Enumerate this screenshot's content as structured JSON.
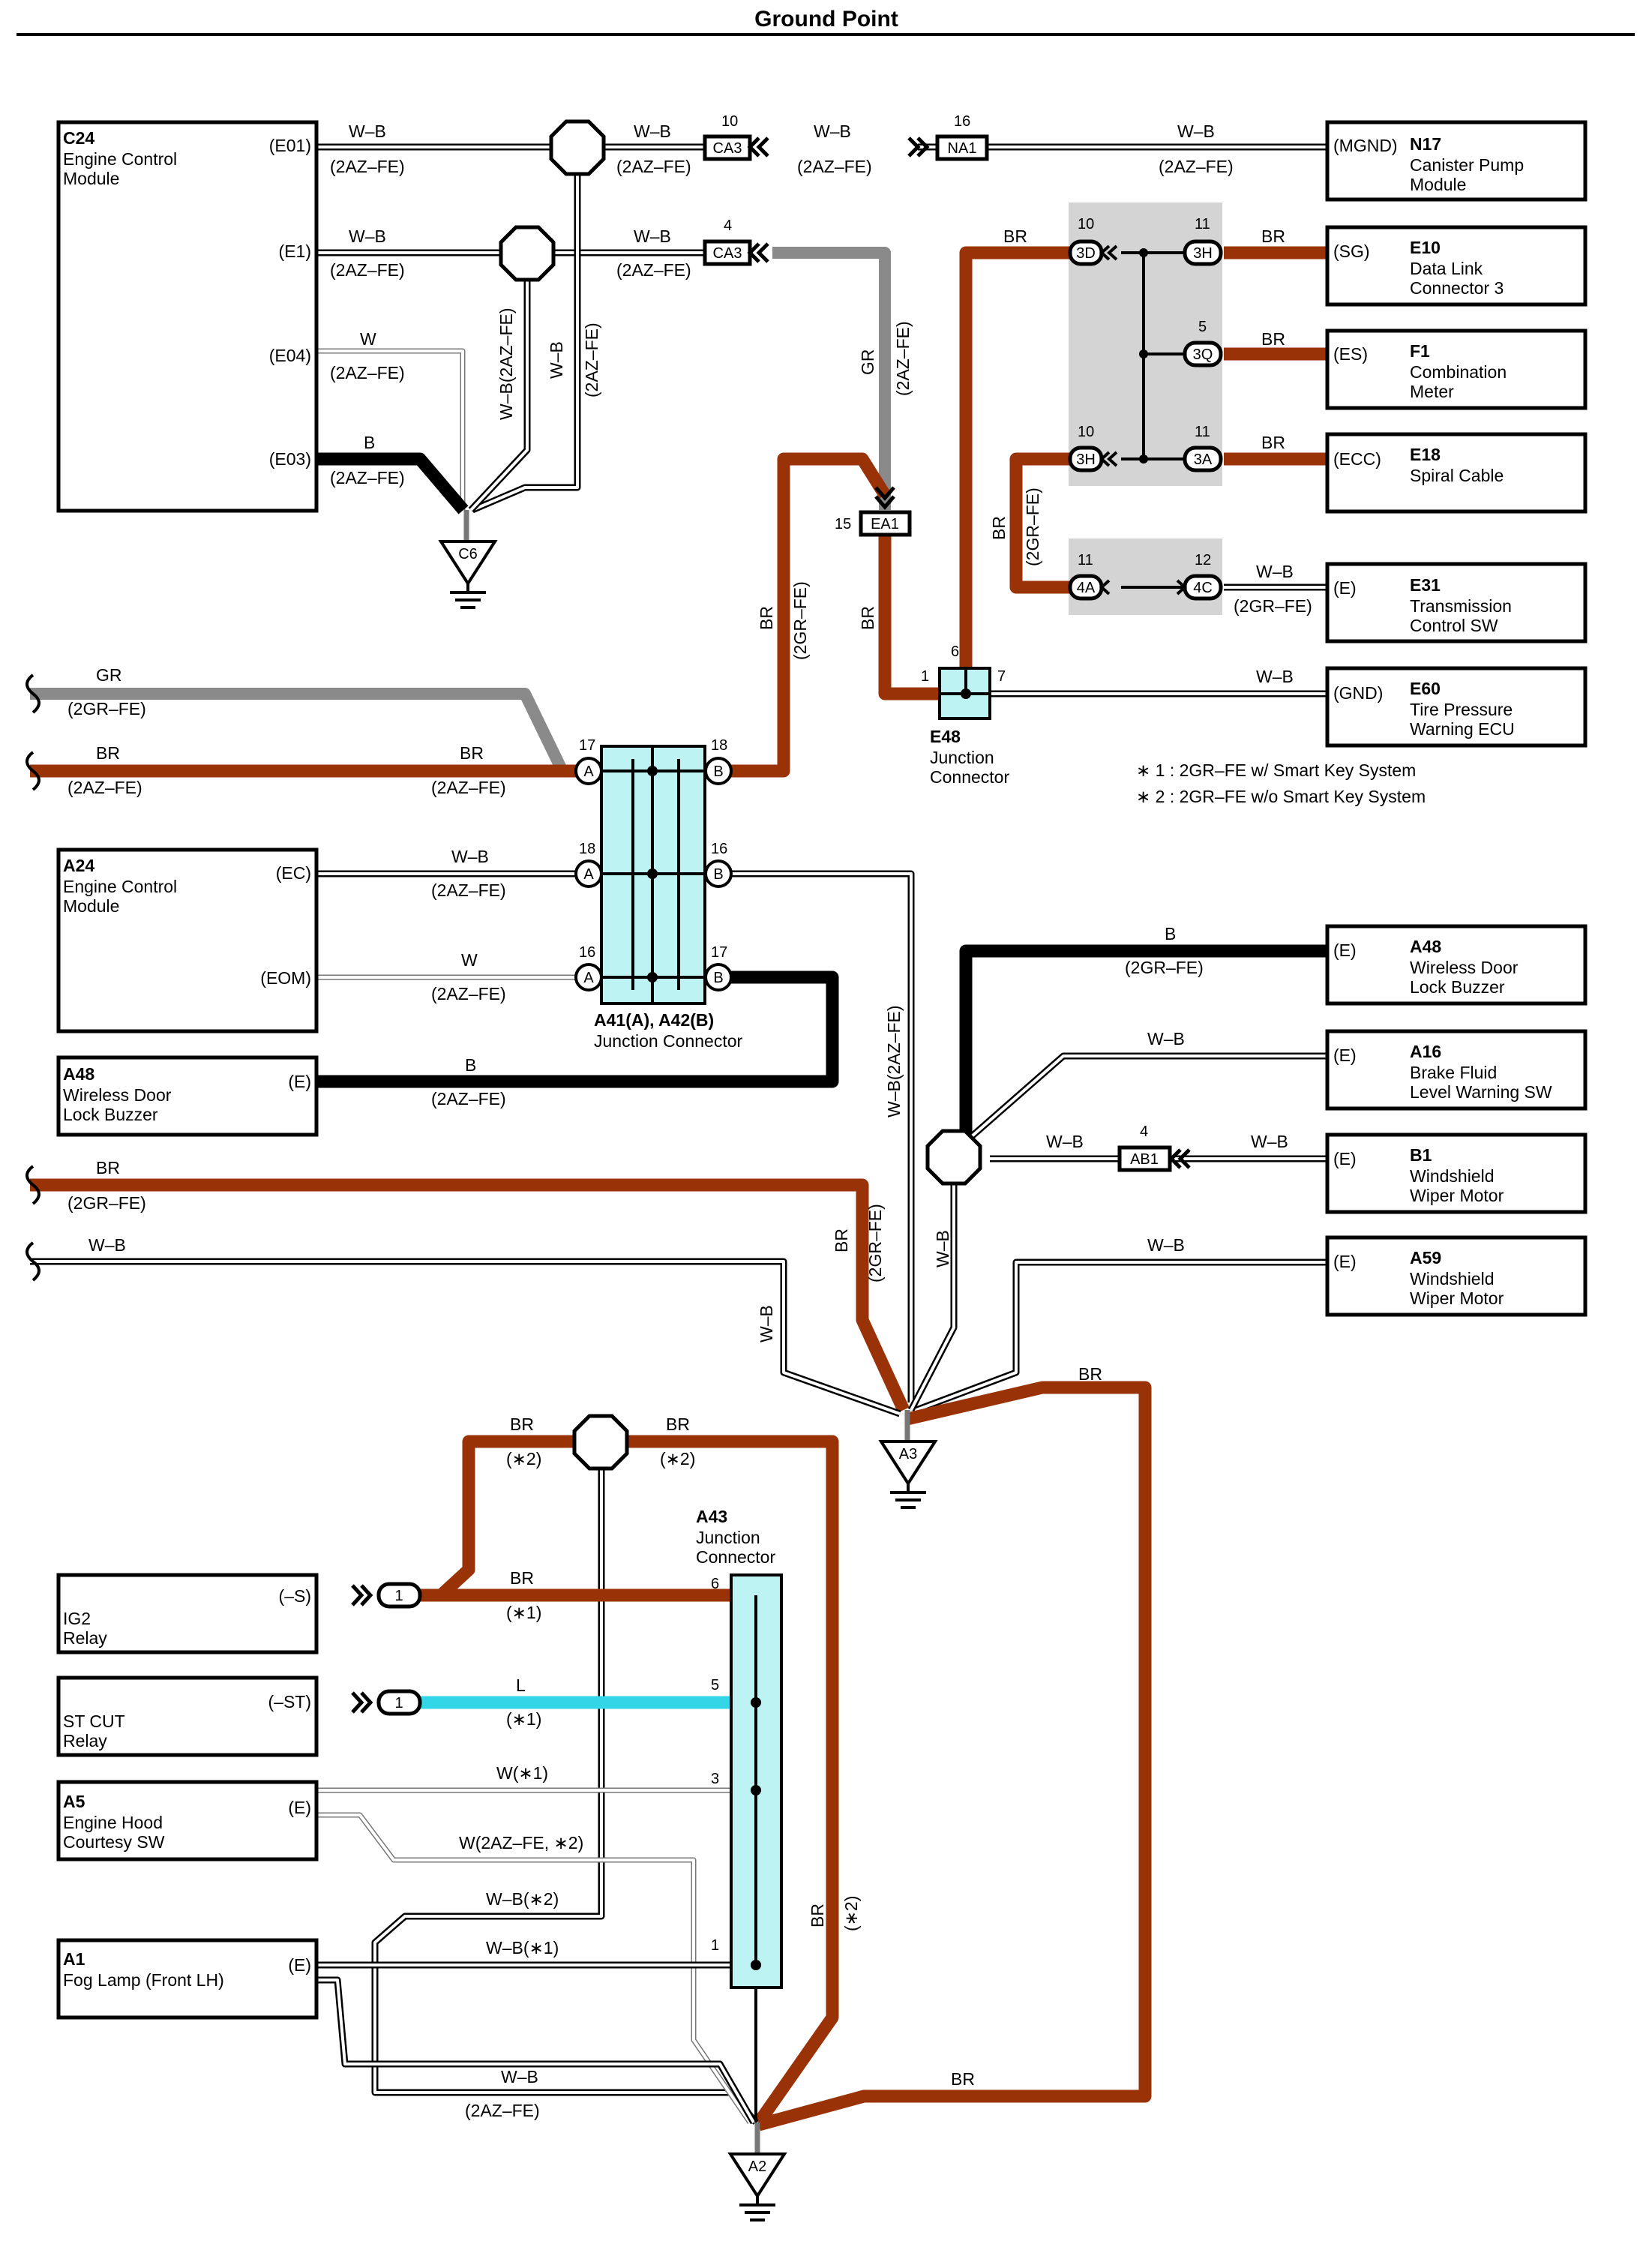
{
  "title": "Ground Point",
  "components": {
    "c24": {
      "id": "C24",
      "name_lines": [
        "Engine Control",
        "Module"
      ],
      "pins": [
        "(E01)",
        "(E1)",
        "(E04)",
        "(E03)"
      ]
    },
    "n17": {
      "id": "N17",
      "name_lines": [
        "Canister Pump",
        "Module"
      ],
      "pin": "(MGND)"
    },
    "e10": {
      "id": "E10",
      "name_lines": [
        "Data Link",
        "Connector 3"
      ],
      "pin": "(SG)"
    },
    "f1": {
      "id": "F1",
      "name_lines": [
        "Combination",
        "Meter"
      ],
      "pin": "(ES)"
    },
    "e18": {
      "id": "E18",
      "name_lines": [
        "Spiral Cable"
      ],
      "pin": "(ECC)"
    },
    "e31": {
      "id": "E31",
      "name_lines": [
        "Transmission",
        "Control SW"
      ],
      "pin": "(E)"
    },
    "e60": {
      "id": "E60",
      "name_lines": [
        "Tire Pressure",
        "Warning ECU"
      ],
      "pin": "(GND)"
    },
    "a24": {
      "id": "A24",
      "name_lines": [
        "Engine Control",
        "Module"
      ],
      "pins": [
        "(EC)",
        "(EOM)"
      ]
    },
    "a48_left": {
      "id": "A48",
      "name_lines": [
        "Wireless Door",
        "Lock Buzzer"
      ],
      "pin": "(E)"
    },
    "a48_right": {
      "id": "A48",
      "name_lines": [
        "Wireless Door",
        "Lock Buzzer"
      ],
      "pin": "(E)"
    },
    "a16": {
      "id": "A16",
      "name_lines": [
        "Brake Fluid",
        "Level Warning SW"
      ],
      "pin": "(E)"
    },
    "b1": {
      "id": "B1",
      "name_lines": [
        "Windshield",
        "Wiper Motor"
      ],
      "pin": "(E)"
    },
    "a59": {
      "id": "A59",
      "name_lines": [
        "Windshield",
        "Wiper Motor"
      ],
      "pin": "(E)"
    },
    "ig2": {
      "id": "",
      "name_lines": [
        "IG2",
        "Relay"
      ],
      "pin": "(–S)"
    },
    "stcut": {
      "id": "",
      "name_lines": [
        "ST CUT",
        "Relay"
      ],
      "pin": "(–ST)"
    },
    "a5": {
      "id": "A5",
      "name_lines": [
        "Engine Hood",
        "Courtesy SW"
      ],
      "pin": "(E)"
    },
    "a1": {
      "id": "A1",
      "name_lines": [
        "Fog Lamp (Front LH)"
      ],
      "pin": "(E)"
    }
  },
  "junctions": {
    "e48": {
      "id": "E48",
      "name_lines": [
        "Junction",
        "Connector"
      ],
      "pins": [
        "6",
        "1",
        "7"
      ]
    },
    "a41": {
      "id": "A41(A), A42(B)",
      "name": "Junction Connector",
      "pins": [
        "17",
        "18",
        "18",
        "16",
        "16",
        "17"
      ]
    },
    "a43": {
      "id": "A43",
      "name_lines": [
        "Junction",
        "Connector"
      ],
      "pins": [
        "6",
        "5",
        "3",
        "1"
      ]
    }
  },
  "connectors": {
    "ca3a": {
      "label": "CA3",
      "pin": "10"
    },
    "na1": {
      "label": "NA1",
      "pin": "16"
    },
    "ca3b": {
      "label": "CA3",
      "pin": "4"
    },
    "ea1": {
      "label": "EA1",
      "pin": "15"
    },
    "ab1": {
      "label": "AB1",
      "pin": "4"
    },
    "ab1_pin": "4",
    "c3d": {
      "label": "3D",
      "pin": "10"
    },
    "c3h_top": {
      "label": "3H",
      "pin": "11"
    },
    "c3q": {
      "label": "3Q",
      "pin": "5"
    },
    "c3h_bot": {
      "label": "3H",
      "pin": "10"
    },
    "c3a": {
      "label": "3A",
      "pin": "11"
    },
    "c4a": {
      "label": "4A",
      "pin": "11"
    },
    "c4c": {
      "label": "4C",
      "pin": "12"
    },
    "plug1": "1",
    "plug2": "1",
    "pin_a": "A",
    "pin_b": "B"
  },
  "grounds": [
    "C6",
    "A3",
    "A2"
  ],
  "wires": {
    "wb": "W–B",
    "w": "W",
    "b": "B",
    "br": "BR",
    "gr": "GR",
    "l": "L",
    "az": "(2AZ–FE)",
    "gr_fe": "(2GR–FE)",
    "wb_az_v": "W–B(2AZ–FE)",
    "star1": "(∗1)",
    "star2": "(∗2)",
    "w_star1": "W(∗1)",
    "w_az_star2": "W(2AZ–FE, ∗2)",
    "wb_star2": "W–B(∗2)",
    "wb_star1": "W–B(∗1)"
  },
  "notes": [
    "∗ 1 : 2GR–FE w/ Smart Key System",
    "∗ 2 : 2GR–FE w/o Smart Key System"
  ],
  "colors": {
    "brown": "#9a3208",
    "black": "#000000",
    "gray": "#8a8a8a",
    "light_blue": "#33d6e6",
    "junction_fill": "#bdf3f3",
    "shaded_block": "#d4d4d4"
  }
}
